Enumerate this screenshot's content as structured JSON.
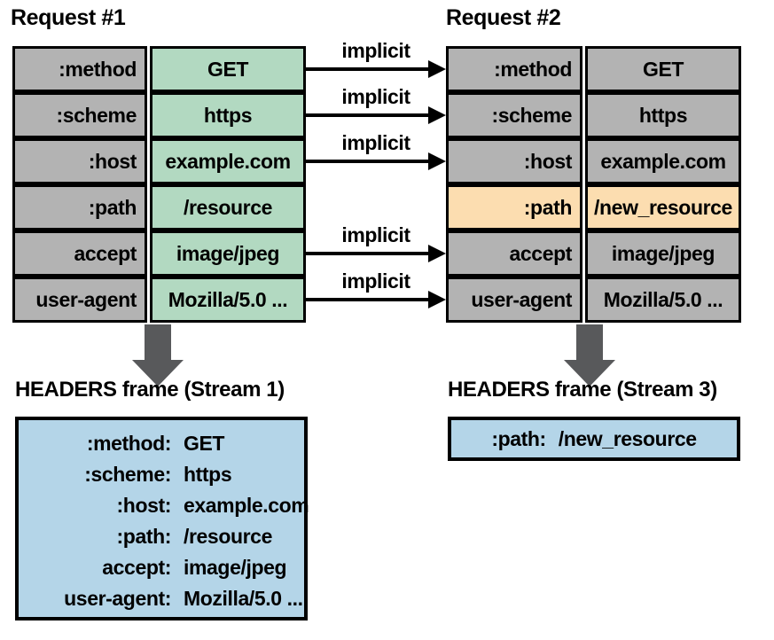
{
  "palette": {
    "cell_gray": "#b3b3b3",
    "value_green": "#b2d9c1",
    "highlight_orange": "#fcddb0",
    "frame_blue": "#b4d5e8",
    "down_arrow_gray": "#58595b",
    "border_black": "#000000"
  },
  "request1": {
    "title": "Request #1",
    "rows": [
      {
        "key": ":method",
        "value": "GET"
      },
      {
        "key": ":scheme",
        "value": "https"
      },
      {
        "key": ":host",
        "value": "example.com"
      },
      {
        "key": ":path",
        "value": "/resource"
      },
      {
        "key": "accept",
        "value": "image/jpeg"
      },
      {
        "key": "user-agent",
        "value": "Mozilla/5.0 ..."
      }
    ]
  },
  "request2": {
    "title": "Request #2",
    "rows": [
      {
        "key": ":method",
        "value": "GET",
        "highlight": false
      },
      {
        "key": ":scheme",
        "value": "https",
        "highlight": false
      },
      {
        "key": ":host",
        "value": "example.com",
        "highlight": false
      },
      {
        "key": ":path",
        "value": "/new_resource",
        "highlight": true
      },
      {
        "key": "accept",
        "value": "image/jpeg",
        "highlight": false
      },
      {
        "key": "user-agent",
        "value": "Mozilla/5.0 ...",
        "highlight": false
      }
    ]
  },
  "transfer_arrows": {
    "label": "implicit",
    "row_indexes": [
      0,
      1,
      2,
      4,
      5
    ]
  },
  "frames": {
    "stream1": {
      "title": "HEADERS frame (Stream 1)",
      "entries": [
        {
          "key": ":method:",
          "value": "GET"
        },
        {
          "key": ":scheme:",
          "value": "https"
        },
        {
          "key": ":host:",
          "value": "example.com"
        },
        {
          "key": ":path:",
          "value": "/resource"
        },
        {
          "key": "accept:",
          "value": "image/jpeg"
        },
        {
          "key": "user-agent:",
          "value": "Mozilla/5.0 ..."
        }
      ]
    },
    "stream3": {
      "title": "HEADERS frame (Stream 3)",
      "entries": [
        {
          "key": ":path:",
          "value": "/new_resource"
        }
      ]
    }
  }
}
